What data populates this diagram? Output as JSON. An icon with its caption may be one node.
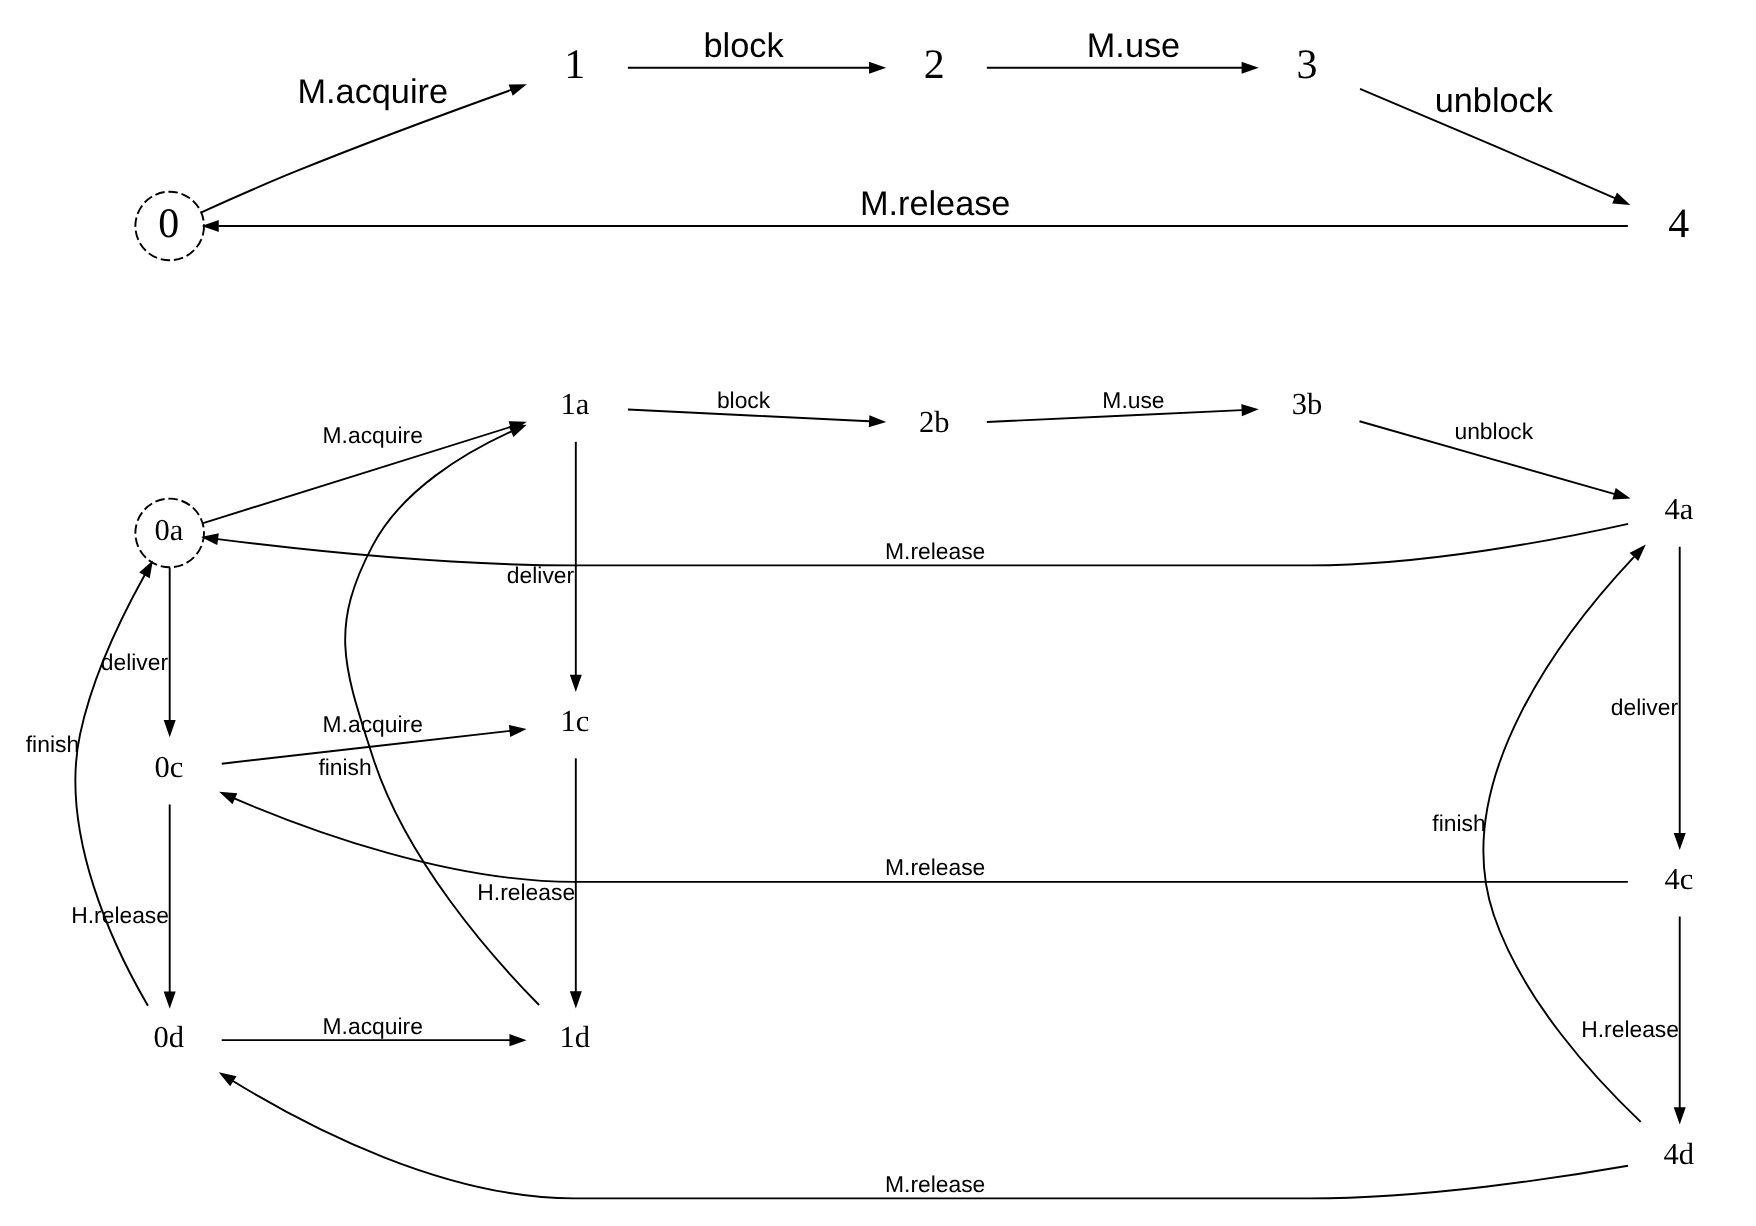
{
  "diagram": {
    "nodes": [
      {
        "text": [
          "0"
        ]
      },
      {
        "text": [
          "1"
        ]
      },
      {
        "text": [
          "2"
        ]
      },
      {
        "text": [
          "3"
        ]
      },
      {
        "text": [
          "4"
        ]
      },
      {
        "text": [
          "0a"
        ]
      },
      {
        "text": [
          "1a"
        ]
      },
      {
        "text": [
          "2b"
        ]
      },
      {
        "text": [
          "3b"
        ]
      },
      {
        "text": [
          "4a"
        ]
      },
      {
        "text": [
          "0c"
        ]
      },
      {
        "text": [
          "1c"
        ]
      },
      {
        "text": [
          "4c"
        ]
      },
      {
        "text": [
          "0d"
        ]
      },
      {
        "text": [
          "1d"
        ]
      },
      {
        "text": [
          "4d"
        ]
      }
    ],
    "edges": [
      {
        "from": 0,
        "to": 1,
        "arrow": "to",
        "label": "M.acquire"
      },
      {
        "from": 1,
        "to": 2,
        "arrow": "to",
        "label": "block"
      },
      {
        "from": 2,
        "to": 3,
        "arrow": "to",
        "label": "M.use"
      },
      {
        "from": 3,
        "to": 4,
        "arrow": "to",
        "label": "unblock"
      },
      {
        "from": 4,
        "to": 0,
        "arrow": "to",
        "label": "M.release"
      },
      {
        "from": 6,
        "to": 7,
        "arrow": "to",
        "label": "block"
      },
      {
        "from": 7,
        "to": 8,
        "arrow": "to",
        "label": "M.use"
      },
      {
        "from": 8,
        "to": 9,
        "arrow": "to",
        "label": "unblock"
      },
      {
        "from": 9,
        "to": 5,
        "arrow": "to",
        "label": "M.release"
      },
      {
        "from": 5,
        "to": 6,
        "arrow": "to",
        "label": "M.acquire"
      },
      {
        "from": 5,
        "to": 10,
        "arrow": "to",
        "label": "deliver"
      },
      {
        "from": 6,
        "to": 11,
        "arrow": "to",
        "label": "deliver"
      },
      {
        "from": 9,
        "to": 12,
        "arrow": "to",
        "label": "deliver"
      },
      {
        "from": 12,
        "to": 10,
        "arrow": "to",
        "label": "M.release"
      },
      {
        "from": 10,
        "to": 11,
        "arrow": "to",
        "label": "M.acquire"
      },
      {
        "from": 13,
        "to": 5,
        "arrow": "to",
        "label": "finish"
      },
      {
        "from": 14,
        "to": 6,
        "arrow": "to",
        "label": "finish"
      },
      {
        "from": 15,
        "to": 9,
        "arrow": "to",
        "label": "finish"
      },
      {
        "from": 10,
        "to": 13,
        "arrow": "to",
        "label": "H.release"
      },
      {
        "from": 11,
        "to": 14,
        "arrow": "to",
        "label": "H.release"
      },
      {
        "from": 12,
        "to": 15,
        "arrow": "to",
        "label": "H.release"
      },
      {
        "from": 13,
        "to": 14,
        "arrow": "to",
        "label": "M.acquire"
      },
      {
        "from": 15,
        "to": 13,
        "arrow": "to",
        "label": "M.release"
      }
    ]
  }
}
